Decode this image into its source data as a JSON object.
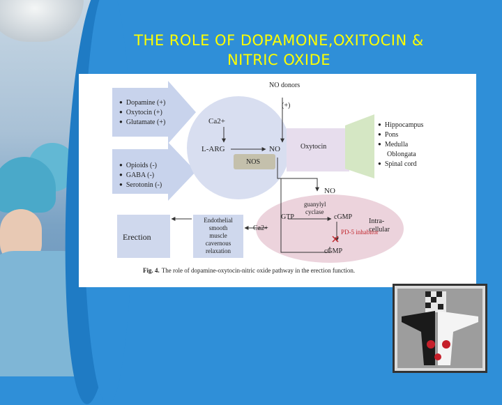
{
  "slide": {
    "title_line1": "THE ROLE OF DOPAMONE,OXITOCIN &",
    "title_line2": "NITRIC OXIDE"
  },
  "diagram": {
    "stimulators": [
      "Dopamine  (+)",
      "Oxytocin  (+)",
      "Glutamate (+)"
    ],
    "inhibitors": [
      "Opioids   (-)",
      "GABA      (-)",
      "Serotonin (-)"
    ],
    "no_donors": "NO donors",
    "plus_sign": "(+)",
    "ca2": "Ca2+",
    "l_arg": "L-ARG",
    "no_top": "NO",
    "nos": "NOS",
    "oxytocin_box": "Oxytocin",
    "brain_regions": [
      "Hippocampus",
      "Pons",
      "Medulla",
      "Oblongata",
      "Spinal cord"
    ],
    "no_mid": "NO",
    "guanylyl": "guanylyl",
    "cyclase": "cyclase",
    "gtp": "GTP",
    "cgmp_top": "cGMP",
    "intra": "Intra-",
    "cellular": "cellular",
    "ca2_cell": "Ca2+",
    "pd5": "PD-5 inhabitor",
    "cgmp_bottom": "cGMP",
    "endothelial": [
      "Endothelial",
      "smooth",
      "muscle",
      "cavernous",
      "relaxation"
    ],
    "erection": "Erection",
    "caption_label": "Fig. 4.",
    "caption_text": "The role of dopamine-oxytocin-nitric oxide pathway in the erection function."
  },
  "colors": {
    "slide_bg": "#2f8fd8",
    "title": "#ffff00",
    "arrow_blue": "#c8d3ec",
    "circle": "#d8def0",
    "oxytocin_box": "#e7dded",
    "green_shape": "#d5e7c4",
    "nos_box": "#c4c0ac",
    "cell_ellipse": "#ecd3dc",
    "blue_box": "#cfd8ed",
    "red": "#c1272d"
  },
  "logo": {
    "icon": "crucifix-figure-icon"
  }
}
